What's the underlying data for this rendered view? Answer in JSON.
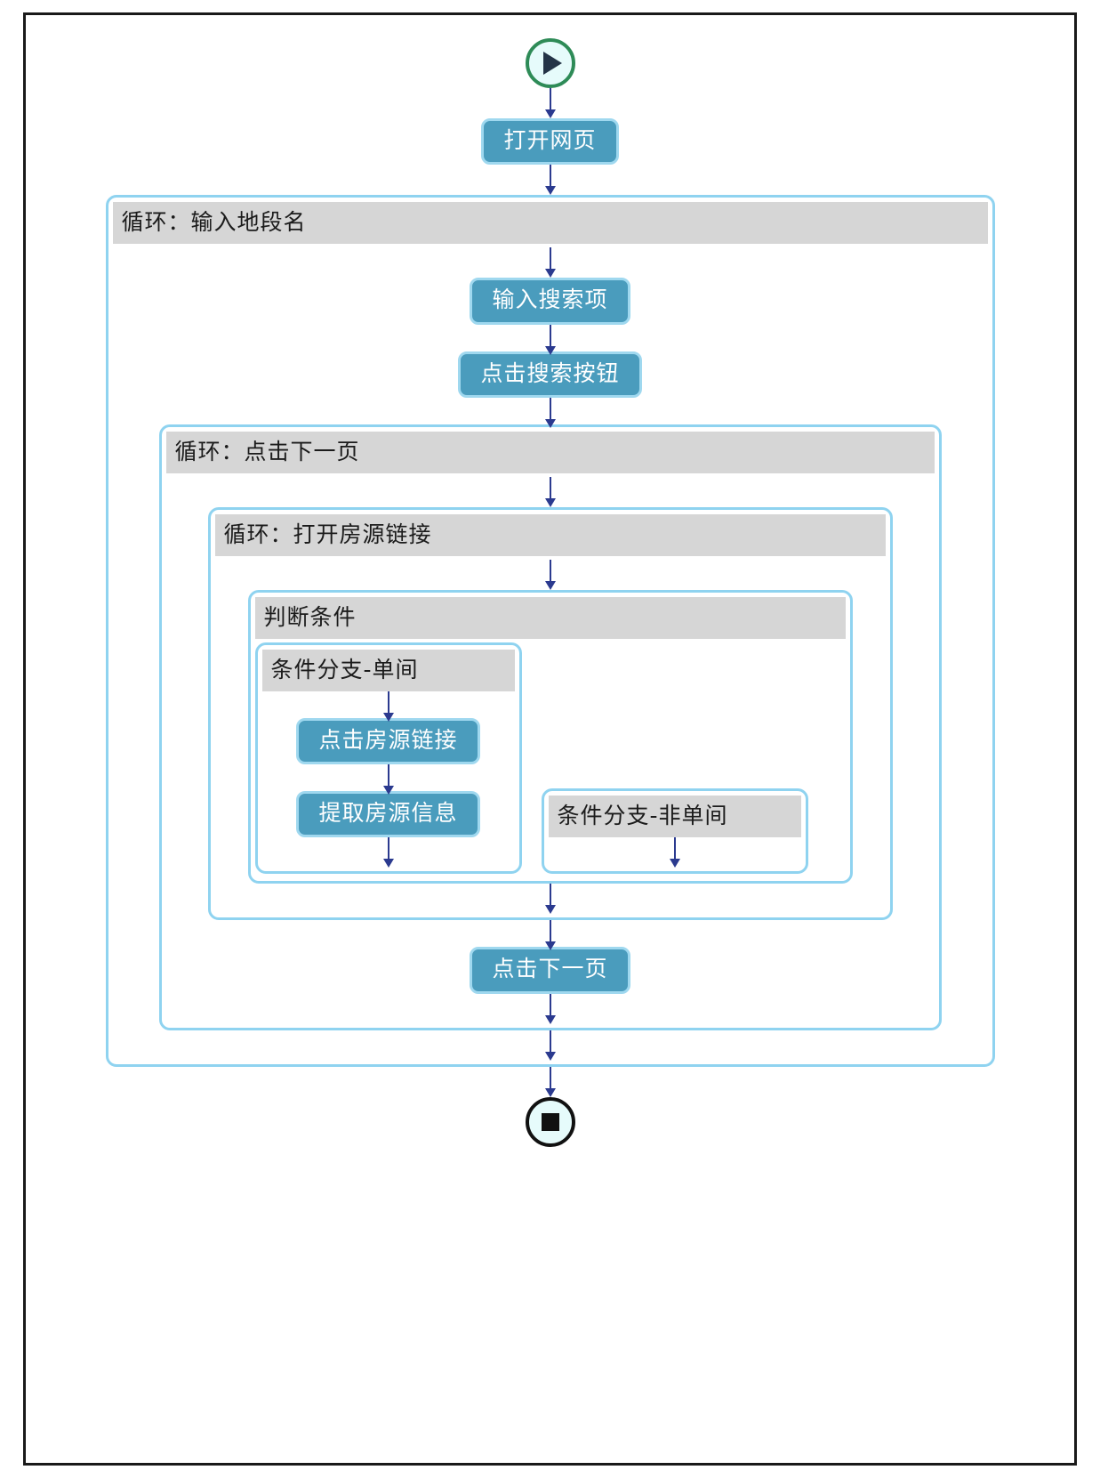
{
  "diagram": {
    "title": "RPA flow chart",
    "colors": {
      "node_fill": "#4a9cbd",
      "node_border": "#9fd8ef",
      "block_border": "#8fd3f0",
      "header_fill": "#d6d6d6",
      "start_border": "#2e8b57",
      "end_border": "#111111",
      "arrow": "#2b3a8f",
      "page_border": "#1a1a1a"
    },
    "start": {
      "icon": "play-icon",
      "label": ""
    },
    "end": {
      "icon": "stop-icon",
      "label": ""
    },
    "nodes": {
      "open_page": "打开网页",
      "input_search_term": "输入搜索项",
      "click_search_button": "点击搜索按钮",
      "click_listing_link": "点击房源链接",
      "extract_listing_info": "提取房源信息",
      "click_next_page": "点击下一页"
    },
    "blocks": {
      "loop_district": "循环：输入地段名",
      "loop_next_page": "循环：点击下一页",
      "loop_open_listing": "循环：打开房源链接",
      "condition": "判断条件",
      "branch_single_room": "条件分支-单间",
      "branch_non_single_room": "条件分支-非单间"
    }
  }
}
